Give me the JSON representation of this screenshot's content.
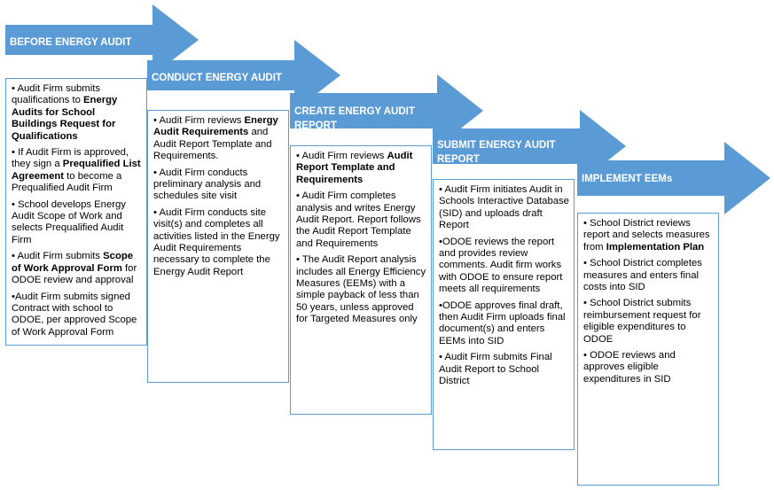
{
  "colors": {
    "arrow": "#5b9bd5",
    "box_border": "#5b9bd5",
    "title_text": "#ffffff"
  },
  "steps": [
    {
      "title": "BEFORE ENERGY AUDIT",
      "items": [
        [
          {
            "t": "• Audit Firm submits qualifications to "
          },
          {
            "t": "Energy Audits for School Buildings Request for Qualifications",
            "b": true
          }
        ],
        [
          {
            "t": "• If Audit Firm is approved, they sign a "
          },
          {
            "t": "Prequalified List Agreement",
            "b": true
          },
          {
            "t": " to become a Prequalified Audit Firm"
          }
        ],
        [
          {
            "t": "• School develops Energy Audit Scope of Work and selects Prequalified Audit Firm"
          }
        ],
        [
          {
            "t": "• Audit Firm submits "
          },
          {
            "t": "Scope of Work Approval Form",
            "b": true
          },
          {
            "t": " for ODOE review and approval"
          }
        ],
        [
          {
            "t": "•Audit Firm submits signed Contract with school to ODOE, per approved Scope of Work Approval Form"
          }
        ]
      ]
    },
    {
      "title": "CONDUCT ENERGY AUDIT",
      "items": [
        [
          {
            "t": "• Audit Firm reviews "
          },
          {
            "t": "Energy Audit Requirements",
            "b": true
          },
          {
            "t": " and Audit Report Template and Requirements."
          }
        ],
        [
          {
            "t": "• Audit Firm conducts preliminary analysis and schedules site visit"
          }
        ],
        [
          {
            "t": "• Audit Firm conducts site visit(s) and completes all activities listed in the Energy Audit Requirements necessary to complete the Energy Audit Report"
          }
        ]
      ]
    },
    {
      "title": "CREATE ENERGY AUDIT REPORT",
      "items": [
        [
          {
            "t": "• Audit Firm reviews "
          },
          {
            "t": "Audit Report Template and Requirements",
            "b": true
          }
        ],
        [
          {
            "t": "• Audit Firm completes analysis and writes Energy Audit Report. Report follows the Audit Report Template and Requirements"
          }
        ],
        [
          {
            "t": "• The Audit Report analysis includes all Energy Efficiency Measures (EEMs) with a simple payback of less than 50 years, unless approved for Targeted Measures only"
          }
        ]
      ]
    },
    {
      "title": "SUBMIT ENERGY AUDIT REPORT",
      "items": [
        [
          {
            "t": "• Audit Firm initiates Audit in Schools Interactive Database (SID) and uploads draft Report"
          }
        ],
        [
          {
            "t": "•ODOE reviews the report and provides review comments. Audit firm works with ODOE to ensure report meets all requirements"
          }
        ],
        [
          {
            "t": "•ODOE approves final draft, then Audit Firm uploads final document(s) and enters EEMs into SID"
          }
        ],
        [
          {
            "t": "• Audit Firm submits Final Audit Report to School District"
          }
        ]
      ]
    },
    {
      "title": "IMPLEMENT EEMs",
      "items": [
        [
          {
            "t": "• School District reviews report and selects measures from "
          },
          {
            "t": "Implementation Plan",
            "b": true
          }
        ],
        [
          {
            "t": "• School District completes measures and enters final costs into SID"
          }
        ],
        [
          {
            "t": "• School District submits reimbursement request for eligible expenditures to ODOE"
          }
        ],
        [
          {
            "t": "• ODOE reviews and approves eligible expenditures in SID"
          }
        ]
      ]
    }
  ]
}
